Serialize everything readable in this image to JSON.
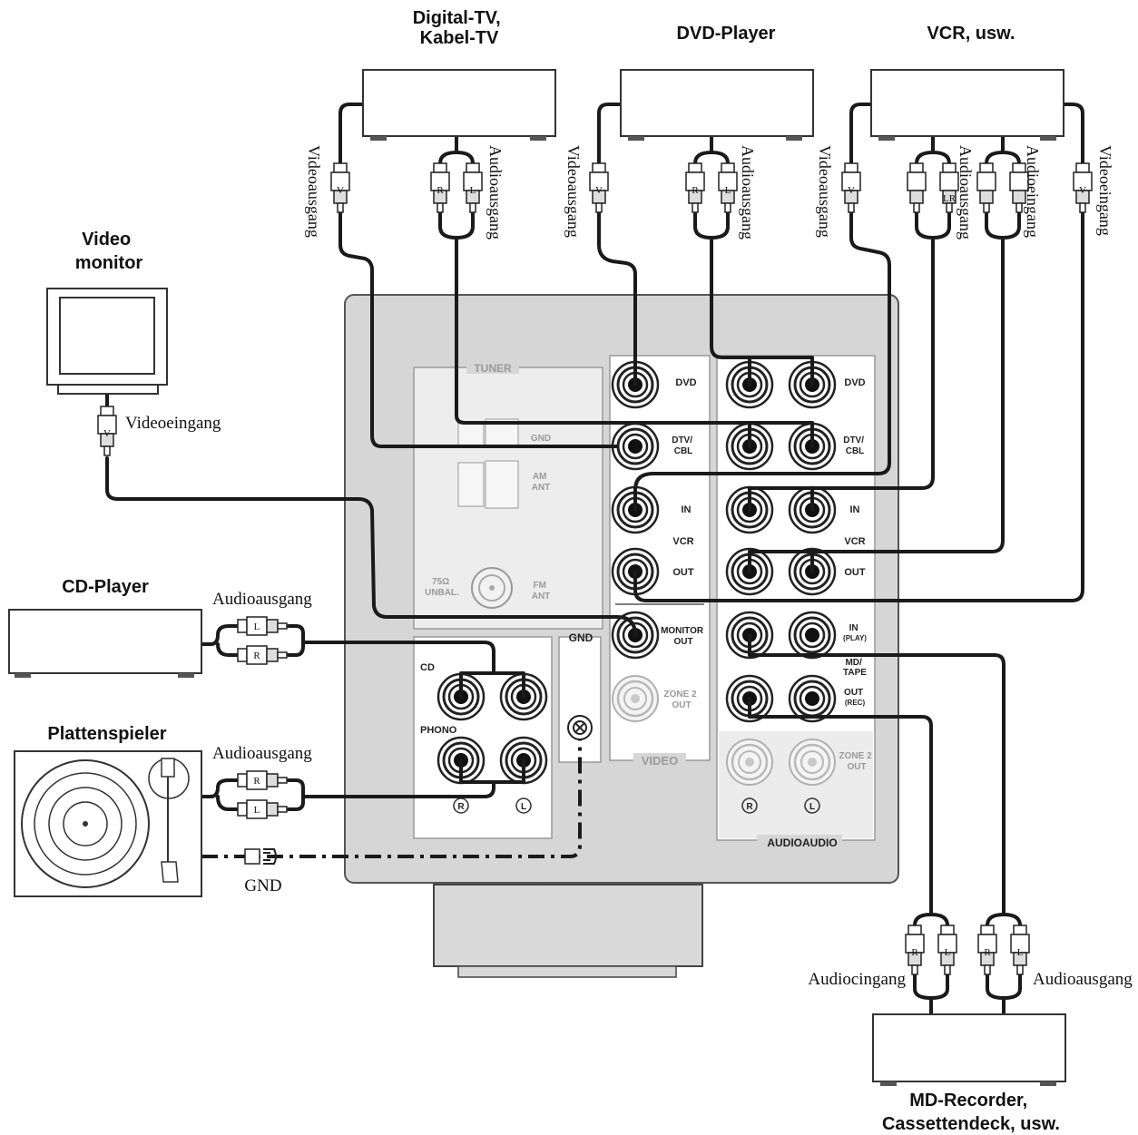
{
  "devices": {
    "digital_tv": "Digital-TV,\nKabel-TV",
    "dvd_player": "DVD-Player",
    "vcr": "VCR, usw.",
    "video_monitor": "Video\nmonitor",
    "cd_player": "CD-Player",
    "turntable": "Plattenspieler",
    "md_recorder": "MD-Recorder,\nCassettendeck, usw."
  },
  "cable_labels": {
    "video_out": "Videoausgang",
    "audio_out": "Audioausgang",
    "audio_in": "Audioeingang",
    "video_in": "Videoeingang",
    "audio_in_misspelled": "Audiocingang",
    "gnd": "GND"
  },
  "plugs": {
    "v": "V",
    "r": "R",
    "l": "L",
    "lr": "LR"
  },
  "panel": {
    "tuner": "TUNER",
    "gnd_small": "GND",
    "am_ant": "AM\nANT",
    "unbal": "75Ω\nUNBAL.",
    "fm_ant": "FM\nANT",
    "gnd_header": "GND",
    "cd": "CD",
    "phono": "PHONO",
    "r_mark": "R",
    "l_mark": "L",
    "video_section": "VIDEO",
    "audio_section": "AUDIOAUDIO",
    "dvd": "DVD",
    "dtv_cbl": "DTV/\nCBL",
    "in": "IN",
    "vcr": "VCR",
    "out": "OUT",
    "monitor_out": "MONITOR\nOUT",
    "zone2_out": "ZONE 2\nOUT",
    "in_play": "IN\n(PLAY)",
    "md_tape": "MD/\nTAPE",
    "out_rec": "OUT\n(REC)"
  }
}
